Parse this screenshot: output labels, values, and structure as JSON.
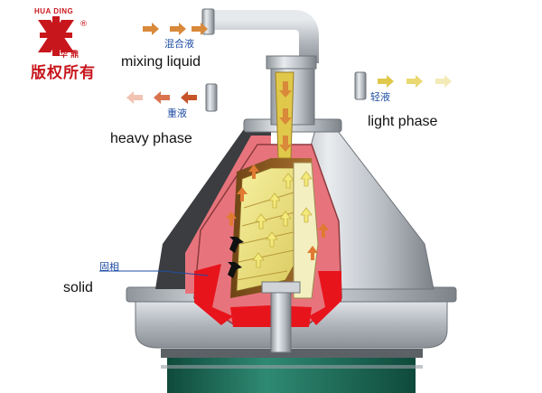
{
  "brand": {
    "name_en": "HUA DING",
    "name_cn_small": "华 鼎",
    "registered": "®",
    "copyright_cn": "版权所有",
    "color": "#c8161d"
  },
  "labels": {
    "mixing_liquid_cn": "混合液",
    "mixing_liquid_en": "mixing liquid",
    "heavy_phase_cn": "重液",
    "heavy_phase_en": "heavy phase",
    "light_phase_cn": "轻液",
    "light_phase_en": "light phase",
    "solid_cn": "固相",
    "solid_en": "solid"
  },
  "colors": {
    "mixing_arrow": "#d9893a",
    "heavy_arrow": "#c8542a",
    "light_arrow": "#e0c84a",
    "bowl": "#e7747c",
    "solid": "#e8141c",
    "steel": "#b9bec4",
    "base": "#1f6e5a",
    "disc": "#f1ea8a"
  },
  "icons": [
    "huading-logo",
    "arrow-right-icon",
    "arrow-left-icon",
    "arrow-up-icon",
    "arrow-down-icon"
  ]
}
